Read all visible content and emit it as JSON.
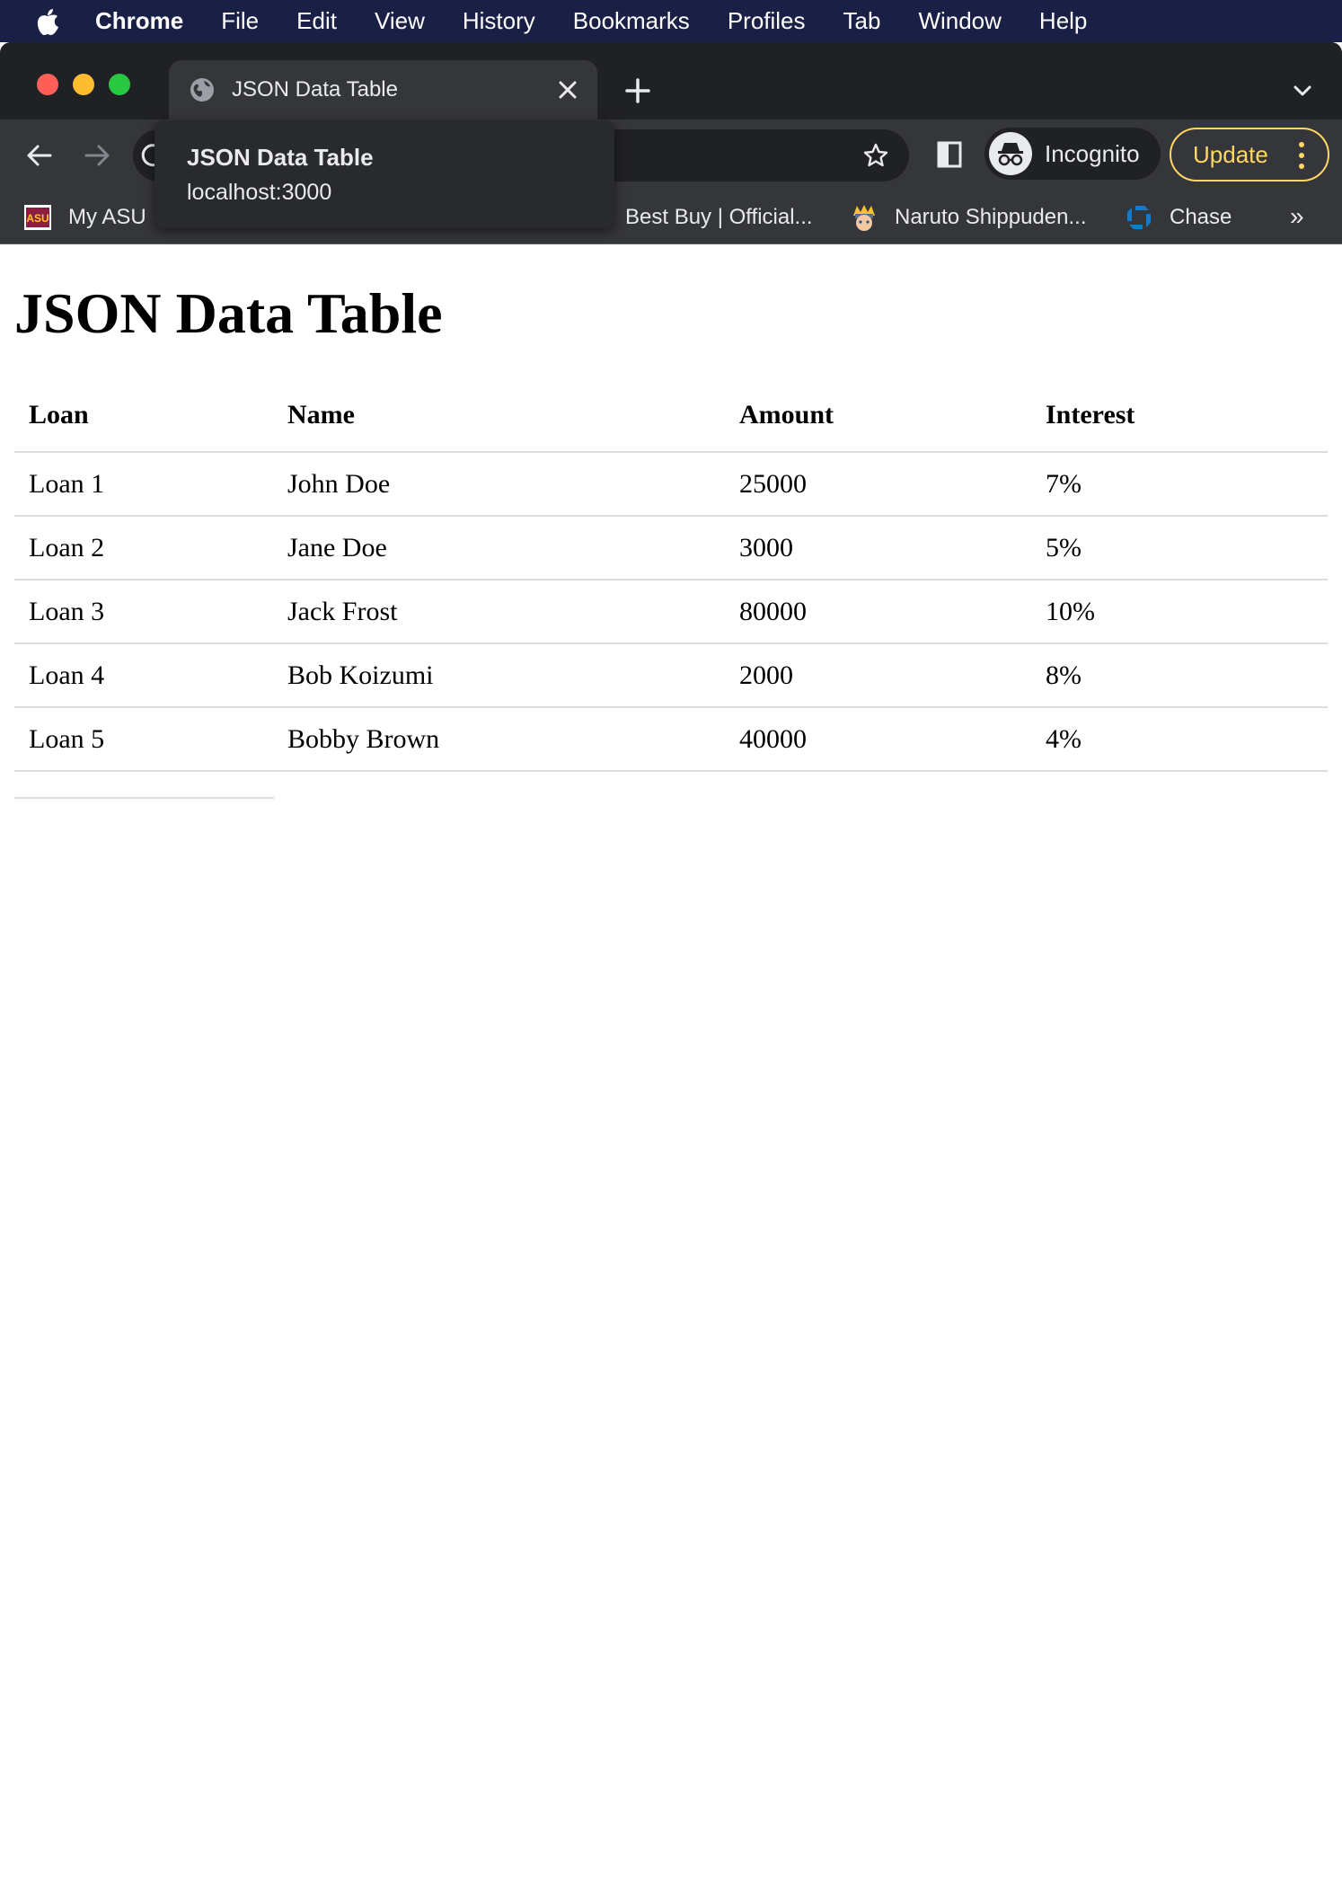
{
  "menubar": {
    "items": [
      "Chrome",
      "File",
      "Edit",
      "View",
      "History",
      "Bookmarks",
      "Profiles",
      "Tab",
      "Window",
      "Help"
    ]
  },
  "browser": {
    "tab": {
      "title": "JSON Data Table",
      "icon": "globe-icon"
    },
    "hover_card": {
      "title": "JSON Data Table",
      "url": "localhost:3000"
    },
    "profile_label": "Incognito",
    "update_label": "Update",
    "bookmarks": [
      {
        "label": "My ASU",
        "icon": "asu-favicon"
      },
      {
        "label": "Best Buy | Official...",
        "icon": "bestbuy-favicon"
      },
      {
        "label": "Naruto Shippuden...",
        "icon": "naruto-favicon"
      },
      {
        "label": "Chase",
        "icon": "chase-favicon"
      }
    ],
    "bookmarks_more": "»"
  },
  "page": {
    "title": "JSON Data Table",
    "table": {
      "headers": [
        "Loan",
        "Name",
        "Amount",
        "Interest"
      ],
      "rows": [
        [
          "Loan 1",
          "John Doe",
          "25000",
          "7%"
        ],
        [
          "Loan 2",
          "Jane Doe",
          "3000",
          "5%"
        ],
        [
          "Loan 3",
          "Jack Frost",
          "80000",
          "10%"
        ],
        [
          "Loan 4",
          "Bob Koizumi",
          "2000",
          "8%"
        ],
        [
          "Loan 5",
          "Bobby Brown",
          "40000",
          "4%"
        ]
      ]
    }
  },
  "colors": {
    "menubar_bg": "#1a1f45",
    "tabstrip_bg": "#202124",
    "toolbar_bg": "#35363a",
    "update_accent": "#fdd663",
    "table_border": "#dddddd"
  }
}
